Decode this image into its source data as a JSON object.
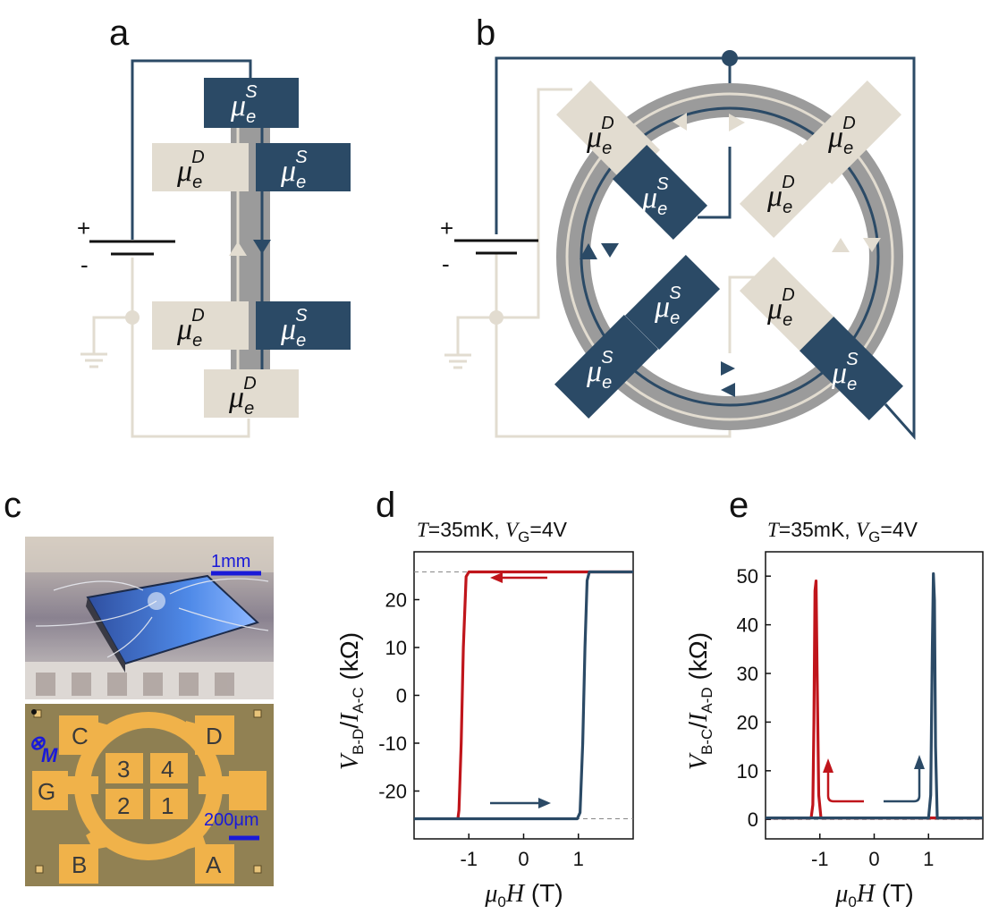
{
  "panels": {
    "a": "a",
    "b": "b",
    "c": "c",
    "d": "d",
    "e": "e"
  },
  "electrode": {
    "mu": "μ",
    "sub": "e",
    "source": "S",
    "drain": "D"
  },
  "battery": {
    "plus": "+",
    "minus": "-"
  },
  "colors": {
    "dark_blue": "#2b4a66",
    "beige": "#e2dcd0",
    "gray": "#9b9b9b",
    "red": "#c0151b",
    "scale_blue": "#1a1ad8"
  },
  "photo": {
    "scale_top": "1mm",
    "scale_bottom": "200μm",
    "magnetization_symbol": "⊗",
    "magnetization_label": "M",
    "contacts": [
      "C",
      "D",
      "G",
      "B",
      "A"
    ],
    "inner_contacts": [
      "3",
      "4",
      "2",
      "1"
    ]
  },
  "chart_data": [
    {
      "type": "line",
      "panel": "d",
      "title_T": "T",
      "title_T_value": "=35mK, ",
      "title_V": "V",
      "title_V_sub": "G",
      "title_V_value": "=4V",
      "ylabel_num_var": "V",
      "ylabel_num_sub": "B-D",
      "ylabel_slash": "/",
      "ylabel_den_var": "I",
      "ylabel_den_sub": "A-C",
      "ylabel_unit": " (kΩ)",
      "xlabel_var": "μ",
      "xlabel_sub": "0",
      "xlabel_H": "H",
      "xlabel_unit": " (T)",
      "xlim": [
        -2,
        2
      ],
      "ylim": [
        -30,
        30
      ],
      "xticks": [
        -1,
        0,
        1
      ],
      "xtick_labels": [
        "-1",
        "0",
        "1"
      ],
      "yticks": [
        20,
        10,
        0,
        -10,
        -20
      ],
      "ytick_labels": [
        "20",
        "10",
        "0",
        "-10",
        "-20"
      ],
      "reference_lines": [
        25.8,
        -25.8
      ],
      "series": [
        {
          "color": "#c0151b",
          "sweep": "down",
          "x": [
            2.0,
            -1.0,
            -1.05,
            -1.1,
            -1.14,
            -1.18,
            -1.2
          ],
          "y": [
            25.8,
            25.8,
            24.8,
            10,
            -10,
            -24,
            -25.8
          ]
        },
        {
          "color": "#2b4a66",
          "sweep": "up",
          "x": [
            -2.0,
            0.98,
            1.03,
            1.08,
            1.12,
            1.16,
            1.2,
            2.0
          ],
          "y": [
            -25.8,
            -25.8,
            -24.5,
            -10,
            10,
            24,
            25.8,
            25.8
          ]
        }
      ]
    },
    {
      "type": "line",
      "panel": "e",
      "title_T": "T",
      "title_T_value": "=35mK, ",
      "title_V": "V",
      "title_V_sub": "G",
      "title_V_value": "=4V",
      "ylabel_num_var": "V",
      "ylabel_num_sub": "B-C",
      "ylabel_slash": "/",
      "ylabel_den_var": "I",
      "ylabel_den_sub": "A-D",
      "ylabel_unit": " (kΩ)",
      "xlabel_var": "μ",
      "xlabel_sub": "0",
      "xlabel_H": "H",
      "xlabel_unit": " (T)",
      "xlim": [
        -2,
        2
      ],
      "ylim": [
        -4,
        55
      ],
      "xticks": [
        -1,
        0,
        1
      ],
      "xtick_labels": [
        "-1",
        "0",
        "1"
      ],
      "yticks": [
        50,
        40,
        30,
        20,
        10,
        0
      ],
      "ytick_labels": [
        "50",
        "40",
        "30",
        "20",
        "10",
        "0"
      ],
      "reference_lines": [
        0
      ],
      "series": [
        {
          "color": "#c0151b",
          "sweep": "down",
          "x": [
            2.0,
            -0.98,
            -1.02,
            -1.05,
            -1.07,
            -1.09,
            -1.11,
            -1.13,
            -1.16,
            -2.0
          ],
          "y": [
            0.3,
            0.3,
            5,
            30,
            49,
            47,
            20,
            3,
            0.3,
            0.3
          ]
        },
        {
          "color": "#2b4a66",
          "sweep": "up",
          "x": [
            -2.0,
            1.0,
            1.04,
            1.07,
            1.09,
            1.11,
            1.13,
            1.16,
            2.0
          ],
          "y": [
            0.3,
            0.3,
            5,
            35,
            50.5,
            45,
            15,
            0.3,
            0.3
          ]
        }
      ]
    }
  ]
}
